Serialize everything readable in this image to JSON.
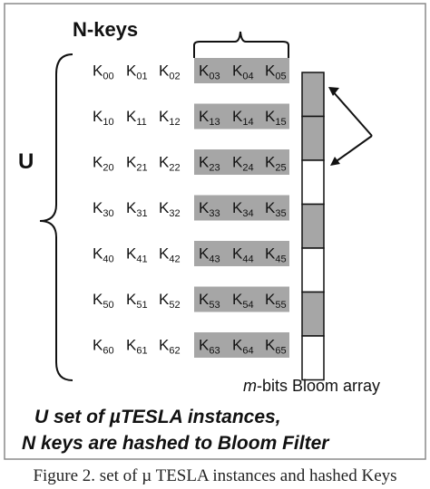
{
  "header_label": "N-keys",
  "set_label": "U",
  "rows": [
    {
      "white": [
        [
          "K",
          "00"
        ],
        [
          "K",
          "01"
        ],
        [
          "K",
          "02"
        ]
      ],
      "gray": [
        [
          "K",
          "03"
        ],
        [
          "K",
          "04"
        ],
        [
          "K",
          "05"
        ]
      ]
    },
    {
      "white": [
        [
          "K",
          "10"
        ],
        [
          "K",
          "11"
        ],
        [
          "K",
          "12"
        ]
      ],
      "gray": [
        [
          "K",
          "13"
        ],
        [
          "K",
          "14"
        ],
        [
          "K",
          "15"
        ]
      ]
    },
    {
      "white": [
        [
          "K",
          "20"
        ],
        [
          "K",
          "21"
        ],
        [
          "K",
          "22"
        ]
      ],
      "gray": [
        [
          "K",
          "23"
        ],
        [
          "K",
          "24"
        ],
        [
          "K",
          "25"
        ]
      ]
    },
    {
      "white": [
        [
          "K",
          "30"
        ],
        [
          "K",
          "31"
        ],
        [
          "K",
          "32"
        ]
      ],
      "gray": [
        [
          "K",
          "33"
        ],
        [
          "K",
          "34"
        ],
        [
          "K",
          "35"
        ]
      ]
    },
    {
      "white": [
        [
          "K",
          "40"
        ],
        [
          "K",
          "41"
        ],
        [
          "K",
          "42"
        ]
      ],
      "gray": [
        [
          "K",
          "43"
        ],
        [
          "K",
          "44"
        ],
        [
          "K",
          "45"
        ]
      ]
    },
    {
      "white": [
        [
          "K",
          "50"
        ],
        [
          "K",
          "51"
        ],
        [
          "K",
          "52"
        ]
      ],
      "gray": [
        [
          "K",
          "53"
        ],
        [
          "K",
          "54"
        ],
        [
          "K",
          "55"
        ]
      ]
    },
    {
      "white": [
        [
          "K",
          "60"
        ],
        [
          "K",
          "61"
        ],
        [
          "K",
          "62"
        ]
      ],
      "gray": [
        [
          "K",
          "63"
        ],
        [
          "K",
          "64"
        ],
        [
          "K",
          "65"
        ]
      ]
    }
  ],
  "bloom_cells": [
    true,
    true,
    false,
    true,
    false,
    true,
    false
  ],
  "bloom_label_m": "m",
  "bloom_label_rest": "-bits Bloom array",
  "summary_line1": "U set of µTESLA  instances,",
  "summary_line2": "N keys are hashed to Bloom Filter",
  "caption": "Figure 2. set of µ TESLA instances and hashed Keys",
  "colors": {
    "gray_fill": "#a6a6a6",
    "bloom_fill": "#a6a6a6",
    "stroke": "#111111",
    "frame": "#8a8a8a"
  }
}
